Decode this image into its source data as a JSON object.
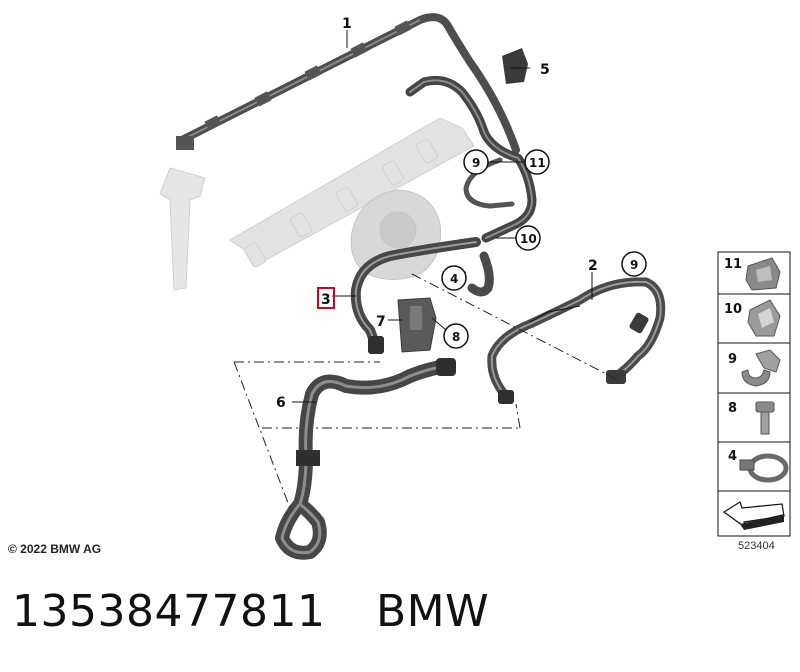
{
  "copyright": "© 2022 BMW AG",
  "image_number": "523404",
  "part_number": "13538477811",
  "brand": "BMW",
  "callouts": {
    "c1": "1",
    "c2": "2",
    "c3": "3",
    "c4": "4",
    "c5": "5",
    "c6": "6",
    "c7": "7",
    "c8": "8",
    "c9a": "9",
    "c9b": "9",
    "c10": "10",
    "c11": "11"
  },
  "sidebar": {
    "items": [
      {
        "label": "11"
      },
      {
        "label": "10"
      },
      {
        "label": "9"
      },
      {
        "label": "8"
      },
      {
        "label": "4"
      }
    ]
  },
  "colors": {
    "hose": "#4a4a4a",
    "ghost": "#dcdcdc",
    "highlight": "#d0021b"
  }
}
